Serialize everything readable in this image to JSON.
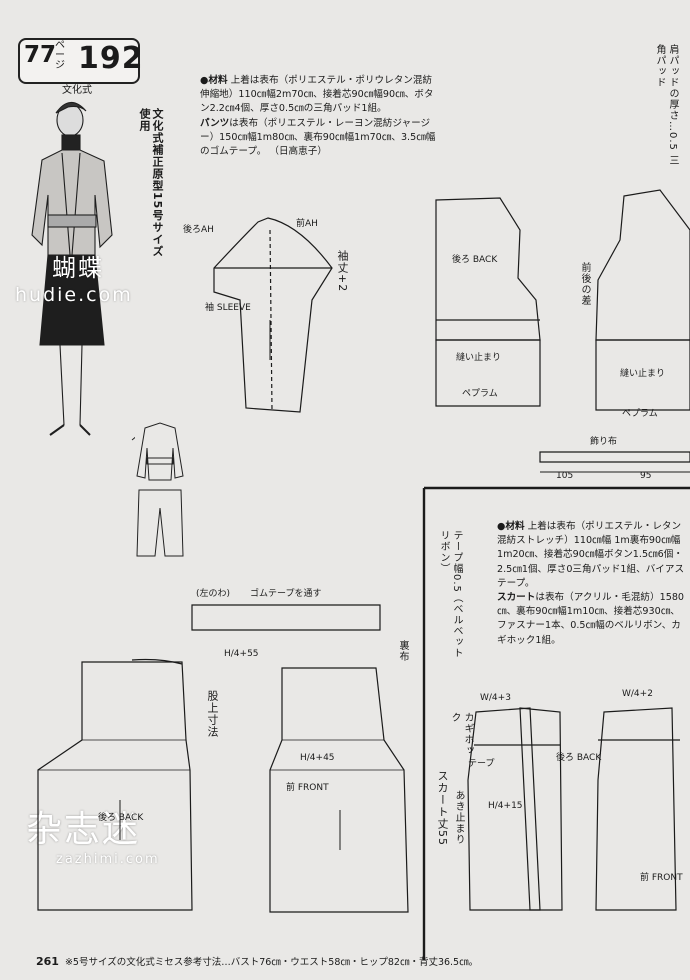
{
  "header": {
    "issue_number": "77",
    "issue_kana": "ページ",
    "page_number": "192",
    "subtitle": "文化式",
    "vertical_caption": "文化式補正原型15号サイズ使用"
  },
  "watermark_top": {
    "cn": "蝴蝶",
    "url": "hudie.com"
  },
  "watermark_bottom": {
    "cn": "杂志迷",
    "url": "zazhimi.com"
  },
  "materials_jacket": {
    "heading": "●材料",
    "text": "上着は表布（ポリエステル・ポリウレタン混紡伸縮地）110㎝幅2m70㎝、接着芯90㎝幅90㎝、ボタン2.2㎝4個、厚さ0.5㎝の三角パッド1組。",
    "pants_heading": "パンツ",
    "pants_text": "は表布（ポリエステル・レーヨン混紡ジャージー）150㎝幅1m80㎝、裏布90㎝幅1m70㎝、3.5㎝幅のゴムテープ。",
    "credit": "（日高恵子）"
  },
  "right_top_vertical": "肩パッドの厚さ…0.5 三角パッド",
  "materials_suit": {
    "heading": "●材料",
    "text": "上着は表布（ポリエステル・レタン混紡ストレッチ）110㎝幅 1m裏布90㎝幅1m20㎝、接着芯90㎝幅ボタン1.5㎝6個・2.5㎝1個、厚さ0三角パッド1組、バイアステープ。",
    "skirt_heading": "スカート",
    "skirt_text": "は表布（アクリル・毛混紡）1580㎝、裏布90㎝幅1m10㎝、接着芯930㎝、ファスナー1本、0.5㎝幅のベルリボン、カギホック1組。"
  },
  "vertical_tape": "テープ幅0.5（ベルベットリボン）",
  "pattern_labels": {
    "sleeve": "袖 SLEEVE",
    "back": "後ろ BACK",
    "front": "前 FRONT",
    "peplum": "ペプラム",
    "stop": "縫い止まり",
    "decor": "飾り布",
    "back_ah": "後ろAH",
    "front_ah": "前AH",
    "sleeve_len": "袖丈+2",
    "crotch": "股上寸法",
    "elastic": "ゴムテープを通す",
    "fold_note": "(左のわ)",
    "lining": "裏布",
    "front_dart": "前後の差",
    "skirt_len": "スカート丈55",
    "open_stop": "あき止まり",
    "hook": "カギホック",
    "tape": "テープ"
  },
  "measure_labels": {
    "w1": "W/4+3",
    "w2": "W/4+2",
    "h1": "H/4+55",
    "h2": "H/4+45",
    "hips": "H/4+15",
    "decor_len": "105",
    "decor_len2": "95"
  },
  "footer": {
    "page": "261",
    "note": "※5号サイズの文化式ミセス参考寸法…バスト76㎝・ウエスト58㎝・ヒップ82㎝・背丈36.5㎝。"
  }
}
